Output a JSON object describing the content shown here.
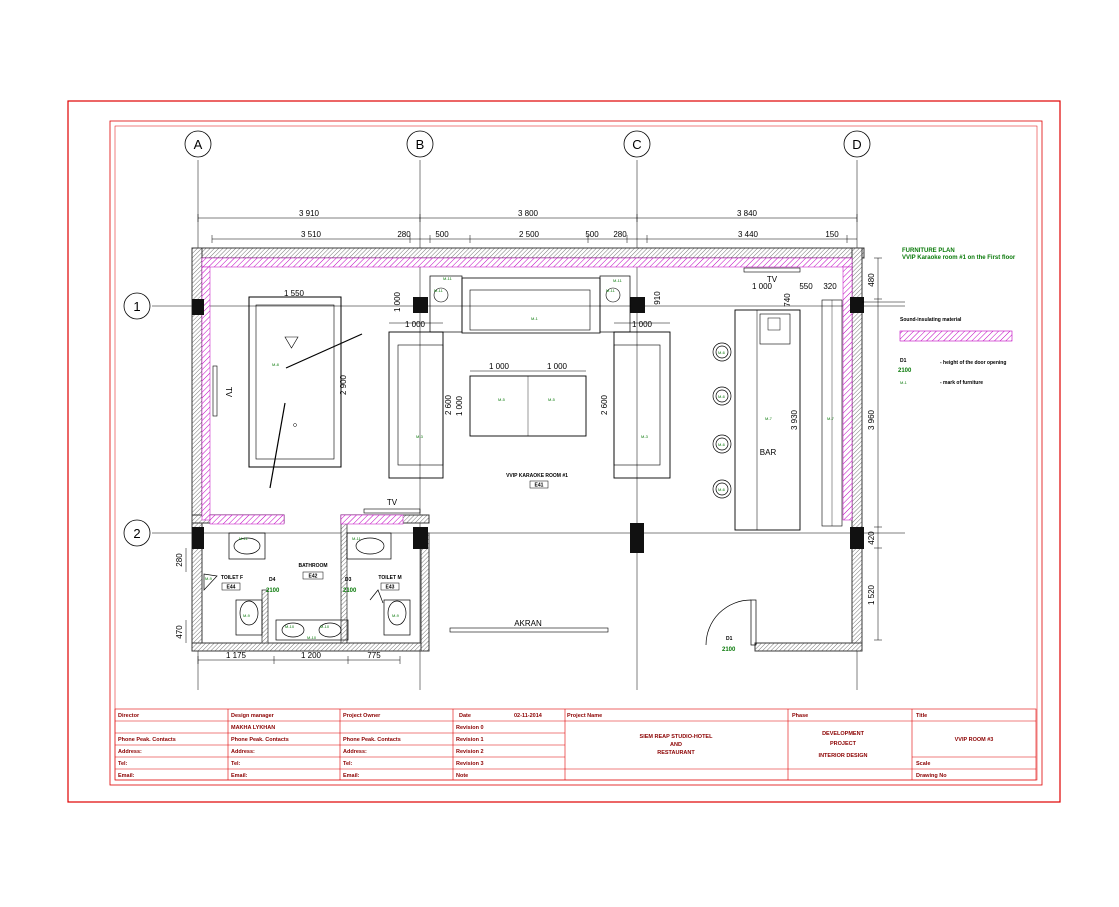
{
  "grid_axes": {
    "cols": [
      "A",
      "B",
      "C",
      "D"
    ],
    "rows": [
      "1",
      "2"
    ]
  },
  "dimensions": {
    "top_overall": [
      "3 910",
      "3 800",
      "3 840"
    ],
    "top_detail": [
      "3 510",
      "280",
      "500",
      "2 500",
      "500",
      "280",
      "3 440",
      "150"
    ],
    "bottom": [
      "1 175",
      "1 200",
      "775"
    ],
    "right": [
      "480",
      "3 960",
      "420",
      "1 520"
    ],
    "left": [
      "280",
      "470"
    ],
    "billiard_w": "1 550",
    "billiard_h": "2 900",
    "sofa_w_left": "1 000",
    "sofa_w_right": "1 000",
    "sofa_h_left": "2 600",
    "sofa_h_right": "2 600",
    "table_w1": "1 000",
    "table_w2": "1 000",
    "table_h": "1 000",
    "sink_h_left": "1 000",
    "sink_h_right": "910",
    "tv_w": "1 000",
    "bar_740": "740",
    "bar_550": "550",
    "bar_320": "320",
    "bar_len": "3 930"
  },
  "labels": {
    "tv_top": "TV",
    "tv_mid": "TV",
    "tv_left": "TV",
    "bar": "BAR",
    "akran": "AKRAN",
    "bathroom": "BATHROOM",
    "toilet_f": "TOILET F",
    "toilet_m": "TOILET M",
    "room_name": "VVIP KARAOKE ROOM #1",
    "tag_e41": "E41",
    "tag_e42": "E42",
    "tag_e43": "E43",
    "tag_e44": "E44",
    "door_d1": "D1",
    "door_d3": "D3",
    "door_d4": "D4",
    "door_h": "2100"
  },
  "furniture_tags": {
    "billiard": "M-8",
    "sideboard": "M-1",
    "sofa_left": "M-3",
    "sofa_right": "M-3",
    "table_left": "M-5",
    "table_right": "M-5",
    "bar_counter": "M-7",
    "bar_back": "M-7",
    "stool": "M-6",
    "sink": "M-11",
    "wc": "M-9",
    "basin": "M-10"
  },
  "legend": {
    "title": "FURNITURE PLAN",
    "subtitle": "VVIP Karaoke room #1 on the First floor",
    "insulation": "Sound-insulating material",
    "door_code": "D1",
    "door_height": "2100",
    "door_desc": "- height of the door opening",
    "mark_code": "M-1",
    "mark_desc": "- mark of furniture"
  },
  "title_block": {
    "col1": [
      "Director",
      "",
      "Phone Peak. Contacts",
      "Address:",
      "Tel:",
      "Email:"
    ],
    "col2": [
      "Design manager",
      "MAKHA LYKHAN",
      "Phone Peak. Contacts",
      "Address:",
      "Tel:",
      "Email:"
    ],
    "col3": [
      "Project Owner",
      "",
      "Phone Peak. Contacts",
      "Address:",
      "Tel:",
      "Email:"
    ],
    "date_label": "Date",
    "date_value": "02-11-2014",
    "revisions": [
      "Revision 0",
      "Revision 1",
      "Revision 2",
      "Revision 3",
      "Note"
    ],
    "project_name_label": "Project Name",
    "project_name": [
      "SIEM REAP STUDIO-HOTEL",
      "AND",
      "RESTAURANT"
    ],
    "phase_label": "Phase",
    "phase": [
      "DEVELOPMENT",
      "PROJECT",
      "INTERIOR DESIGN"
    ],
    "title_label": "Title",
    "title": "VVIP ROOM #3",
    "scale_label": "Scale",
    "drawing_no_label": "Drawing No"
  },
  "colors": {
    "frame": "#e00000",
    "wall": "#3a3a3a",
    "hatch": "#c000c0",
    "tag": "#0a7a0a",
    "title_text": "#8b0000"
  }
}
